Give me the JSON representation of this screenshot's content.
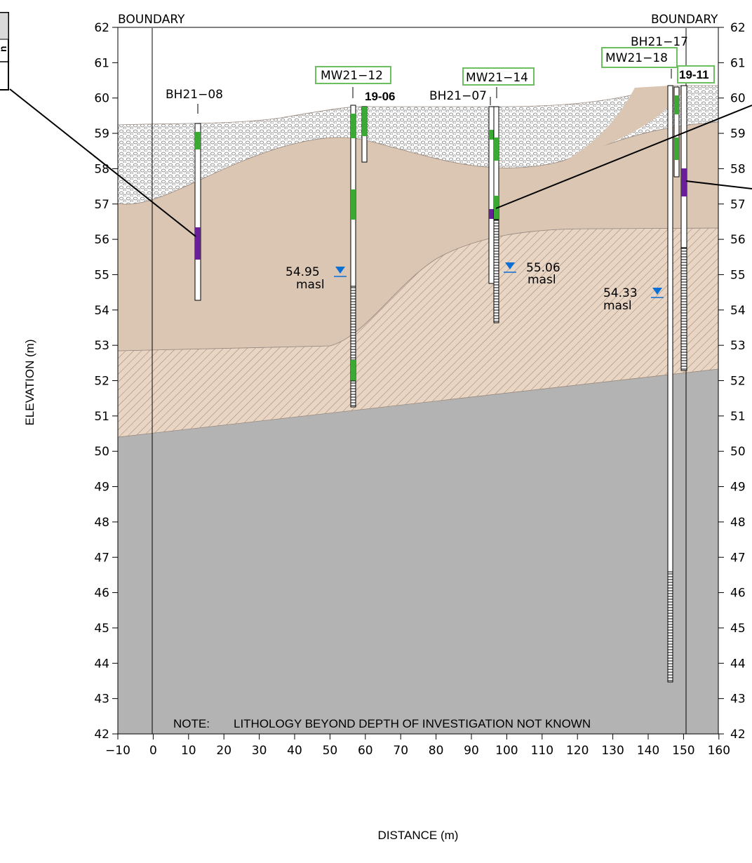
{
  "boundary_left": "BOUNDARY",
  "boundary_right": "BOUNDARY",
  "y_axis_label": "ELEVATION (m)",
  "x_axis_label": "DISTANCE (m)",
  "note_prefix": "NOTE:",
  "note_text": "LITHOLOGY BEYOND DEPTH OF INVESTIGATION NOT KNOWN",
  "legend_fragment": "n",
  "x_ticks": [
    "−10",
    "0",
    "10",
    "20",
    "30",
    "40",
    "50",
    "60",
    "70",
    "80",
    "90",
    "100",
    "110",
    "120",
    "130",
    "140",
    "150",
    "160"
  ],
  "y_ticks": [
    "42",
    "43",
    "44",
    "45",
    "46",
    "47",
    "48",
    "49",
    "50",
    "51",
    "52",
    "53",
    "54",
    "55",
    "56",
    "57",
    "58",
    "59",
    "60",
    "61",
    "62"
  ],
  "boreholes": {
    "bh21_08": "BH21−08",
    "mw21_12": "MW21−12",
    "bh19_06": "19-06",
    "bh21_07": "BH21−07",
    "mw21_14": "MW21−14",
    "bh21_17": "BH21−17",
    "mw21_18": "MW21−18",
    "bh19_11": "19-11"
  },
  "water_levels": [
    {
      "value": "54.95",
      "unit": "masl",
      "elev": 54.95,
      "x": 53
    },
    {
      "value": "55.06",
      "unit": "masl",
      "elev": 55.06,
      "x": 101
    },
    {
      "value": "54.33",
      "unit": "masl",
      "elev": 54.33,
      "x": 143
    }
  ],
  "colors": {
    "fill_layer": "#ffffff",
    "clay_layer": "#dbc6b4",
    "till_layer": "#e8d5c4",
    "bedrock": "#b3b3b3",
    "sample_green": "#3aaa35",
    "sample_purple": "#6a1f9a",
    "water_blue": "#0b6fd6",
    "label_box": "#6cbf5f"
  }
}
